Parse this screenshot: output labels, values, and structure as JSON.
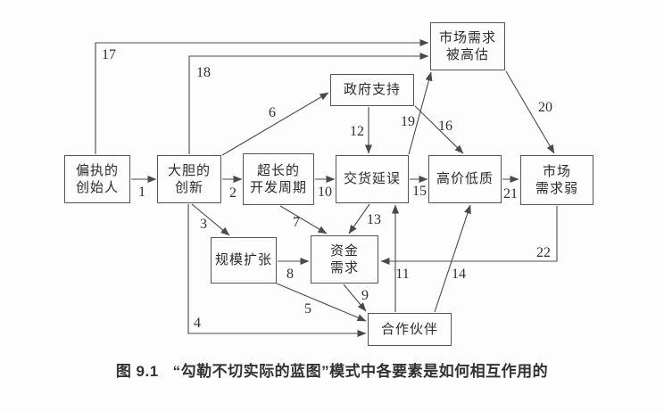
{
  "figure": {
    "type": "flow-diagram",
    "language": "zh-CN"
  },
  "caption": {
    "fig_label": "图 9.1",
    "title": "“勾勒不切实际的蓝图”模式中各要素是如何相互作用的"
  },
  "colors": {
    "background": "#fdfdfd",
    "box_border": "#565656",
    "line": "#4a4a4a",
    "text": "#2b2b2b"
  },
  "nodes": [
    {
      "id": "founder",
      "label": "偏执的\n创始人"
    },
    {
      "id": "innovation",
      "label": "大胆的\n创新"
    },
    {
      "id": "devcycle",
      "label": "超长的\n开发周期"
    },
    {
      "id": "delay",
      "label": "交货延误"
    },
    {
      "id": "highprice",
      "label": "高价低质"
    },
    {
      "id": "weakdemand",
      "label": "市场\n需求弱"
    },
    {
      "id": "overestimated",
      "label": "市场需求\n被高估"
    },
    {
      "id": "government",
      "label": "政府支持"
    },
    {
      "id": "expansion",
      "label": "规模扩张"
    },
    {
      "id": "capital",
      "label": "资金\n需求"
    },
    {
      "id": "partners",
      "label": "合作伙伴"
    }
  ],
  "edges": [
    {
      "num": "1",
      "from": "偏执的创始人",
      "to": "大胆的创新"
    },
    {
      "num": "2",
      "from": "大胆的创新",
      "to": "超长的开发周期"
    },
    {
      "num": "3",
      "from": "大胆的创新",
      "to": "规模扩张"
    },
    {
      "num": "4",
      "from": "大胆的创新",
      "to": "合作伙伴"
    },
    {
      "num": "5",
      "from": "规模扩张",
      "to": "合作伙伴"
    },
    {
      "num": "6",
      "from": "大胆的创新",
      "to": "政府支持"
    },
    {
      "num": "7",
      "from": "超长的开发周期",
      "to": "资金需求"
    },
    {
      "num": "8",
      "from": "规模扩张",
      "to": "资金需求"
    },
    {
      "num": "9",
      "from": "资金需求",
      "to": "合作伙伴"
    },
    {
      "num": "10",
      "from": "超长的开发周期",
      "to": "交货延误"
    },
    {
      "num": "11",
      "from": "合作伙伴",
      "to": "交货延误"
    },
    {
      "num": "12",
      "from": "政府支持",
      "to": "交货延误"
    },
    {
      "num": "13",
      "from": "交货延误",
      "to": "资金需求"
    },
    {
      "num": "14",
      "from": "合作伙伴",
      "to": "高价低质"
    },
    {
      "num": "15",
      "from": "交货延误",
      "to": "高价低质"
    },
    {
      "num": "16",
      "from": "政府支持",
      "to": "高价低质"
    },
    {
      "num": "17",
      "from": "偏执的创始人",
      "to": "市场需求被高估"
    },
    {
      "num": "18",
      "from": "大胆的创新",
      "to": "市场需求被高估"
    },
    {
      "num": "19",
      "from": "交货延误",
      "to": "市场需求被高估"
    },
    {
      "num": "20",
      "from": "市场需求被高估",
      "to": "市场需求弱"
    },
    {
      "num": "21",
      "from": "高价低质",
      "to": "市场需求弱"
    },
    {
      "num": "22",
      "from": "市场需求弱",
      "to": "资金需求"
    }
  ]
}
